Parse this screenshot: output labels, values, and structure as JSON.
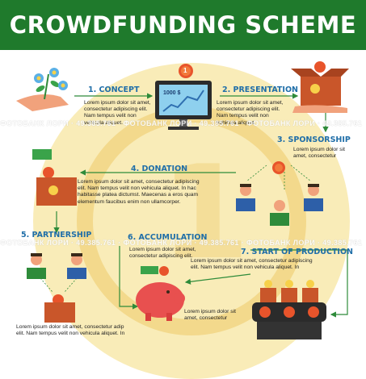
{
  "title": "CROWDFUNDING SCHEME",
  "colors": {
    "header": "#1f7a2c",
    "step_title": "#1f6ea8",
    "arrow": "#2e8b3a",
    "circle": "#f9ecb8"
  },
  "steps": [
    {
      "title": "1. CONCEPT",
      "text": "Lorem ipsum dolor sit amet,\nconsectetur adipiscing elit.\nNam tempus velit non\nvehicula aliquet."
    },
    {
      "title": "2. PRESENTATION",
      "text": "Lorem ipsum dolor sit amet,\nconsectetur adipiscing elit.\nNam tempus velit non\nvehicula aliquet."
    },
    {
      "title": "3. SPONSORSHIP",
      "text": "Lorem ipsum dolor sit\namet, consectetur"
    },
    {
      "title": "4. DONATION",
      "text": "Lorem ipsum dolor sit amet, consectetur adipiscing\nelit. Nam tempus velit non vehicula aliquet. In hac\nhabitasse platea dictumst. Maecenas a eros quam\nelementum faucibus enim non ullamcorper."
    },
    {
      "title": "5. PARTNERSHIP",
      "text": "Lorem ipsum dolor sit amet, consectetur adip\nelit. Nam tempus velit non vehicula aliquet. In"
    },
    {
      "title": "6. ACCUMULATION",
      "text": "Lorem ipsum dolor sit amet,\nconsectetur adipiscing elit.",
      "text2": "Lorem ipsum dolor sit\namet, consectetur"
    },
    {
      "title": "7. START OF PRODUCTION",
      "text": "Lorem ipsum dolor sit amet, consectetur adipiscing\nelit. Nam tempus velit non vehicula aliquet. In"
    }
  ],
  "monitor_value": "1000 $",
  "coin_mark": "1",
  "watermark": "ФОТОБАНК ЛОРИ · 49.385.761 · ФОТОБАНК ЛОРИ · 49.385.761 · ФОТОБАНК ЛОРИ · 49.385.761"
}
